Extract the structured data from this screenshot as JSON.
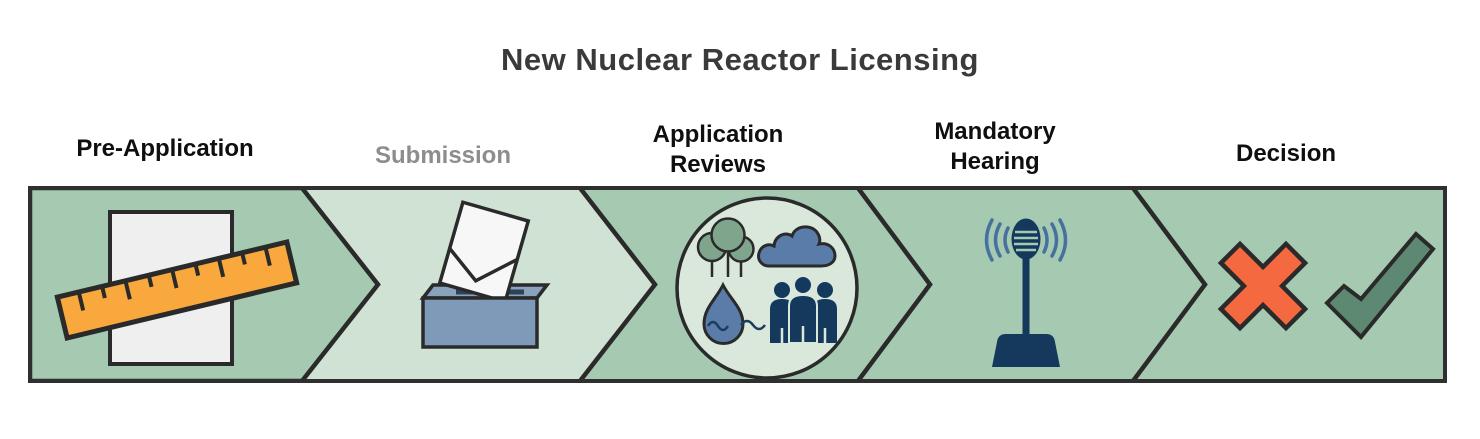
{
  "title": "New Nuclear Reactor Licensing",
  "stages": [
    {
      "label": "Pre-Application",
      "icon": "document-ruler-icon"
    },
    {
      "label": "Submission",
      "icon": "ballot-box-icon"
    },
    {
      "label": "Application Reviews",
      "icon": "environmental-review-icon"
    },
    {
      "label": "Mandatory Hearing",
      "icon": "microphone-icon"
    },
    {
      "label": "Decision",
      "icon": "cross-and-check-icon"
    }
  ],
  "colors": {
    "band_green": "#a6c9b2",
    "band_light_green": "#cfe2d4",
    "outline_black": "#2a2a2a",
    "circle_fill": "#d9e8db",
    "paper_fill": "#efefef",
    "ruler_orange": "#f8a83d",
    "box_blue": "#7e9ab8",
    "box_top_blue": "#8aa3bd",
    "envelope_white": "#f7f7f7",
    "tree_green": "#7fa68c",
    "cloud_blue": "#5a7ca8",
    "drop_blue": "#5a7ca8",
    "people_navy": "#14395c",
    "mic_navy": "#14395c",
    "sound_wave_blue": "#46719f",
    "cross_orange": "#f4693f",
    "check_green": "#5d8872",
    "title_color": "#3a3a3a",
    "submission_label_gray": "#8d8d8d"
  }
}
